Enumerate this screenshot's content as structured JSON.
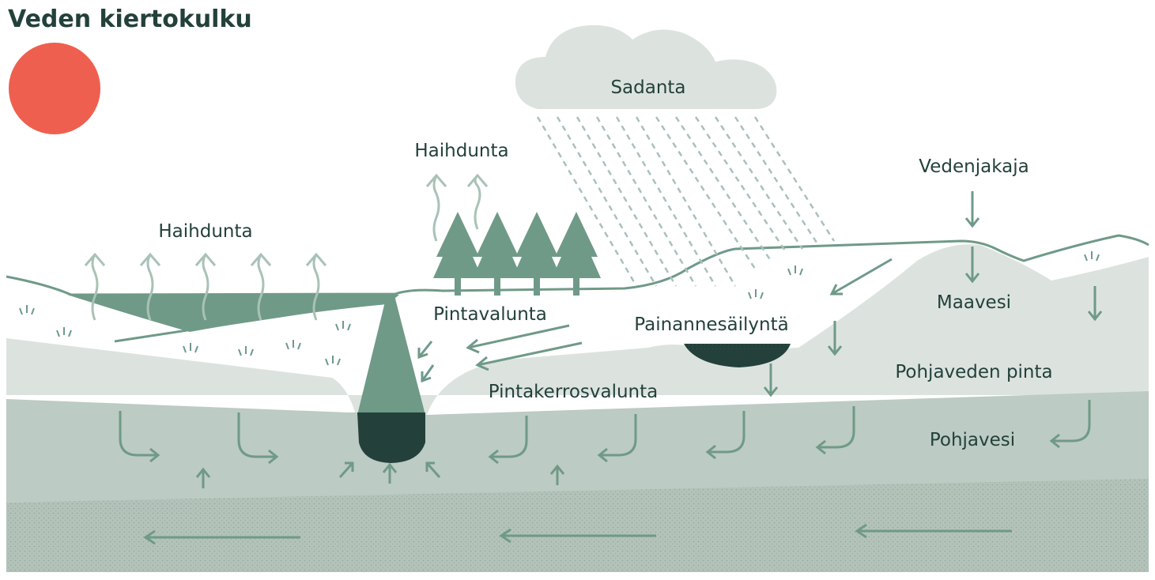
{
  "title": "Veden kiertokulku",
  "labels": {
    "precipitation": "Sadanta",
    "evaporation_trees": "Haihdunta",
    "evaporation_lake": "Haihdunta",
    "watershed": "Vedenjakaja",
    "surface_runoff": "Pintavalunta",
    "depression_storage": "Painannesäilyntä",
    "soil_water": "Maavesi",
    "water_table": "Pohjaveden pinta",
    "subsurface_runoff": "Pintakerrosvalunta",
    "groundwater": "Pohjavesi"
  },
  "colors": {
    "text": "#23413a",
    "sun": "#ef5f4f",
    "cloud": "#dce3df",
    "ground_light": "#dce3df",
    "groundwater": "#bccbc3",
    "bedrock": "#a8b9b0",
    "water": "#6f9a87",
    "water_dark": "#23413a",
    "arrow": "#6f9a87",
    "tree": "#6f9a87"
  }
}
